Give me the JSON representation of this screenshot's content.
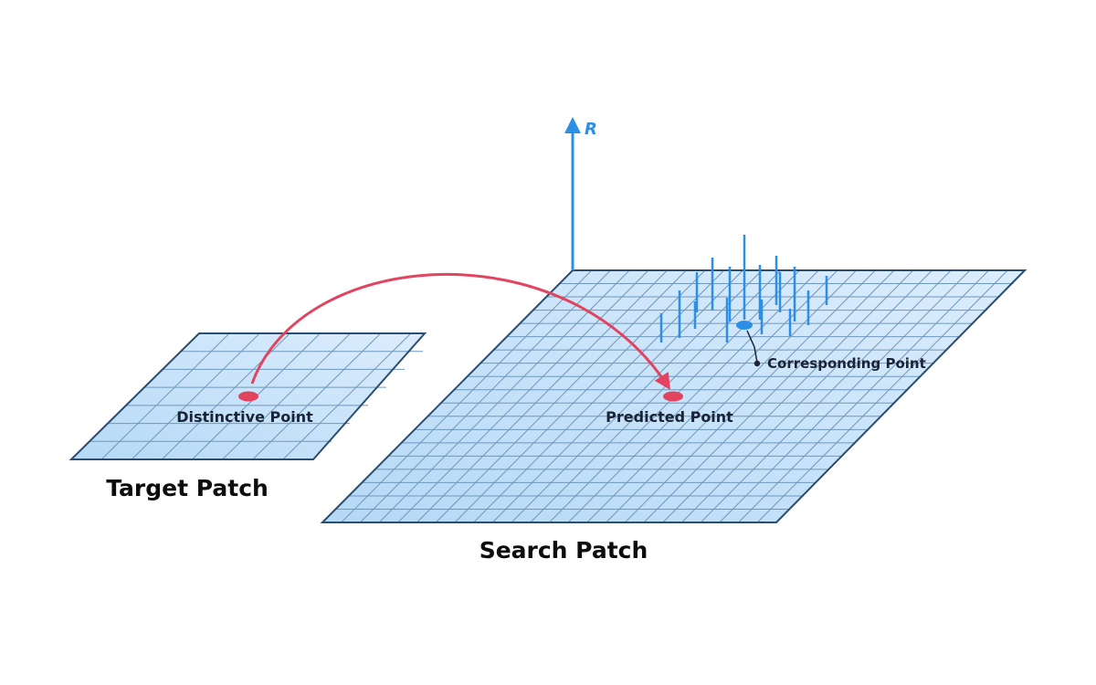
{
  "labels": {
    "target_patch": "Target Patch",
    "search_patch": "Search Patch",
    "distinctive_point": "Distinctive Point",
    "predicted_point": "Predicted Point",
    "corresponding_point": "Corresponding Point",
    "axis_r": "R"
  },
  "colors": {
    "patch_fill_light": "#dcedfc",
    "patch_fill_dark": "#b5d9f6",
    "patch_border": "#2a4d70",
    "grid_line": "#6f97bd",
    "arrow": "#e2445f",
    "point_distinctive": "#e2445f",
    "point_predicted": "#e2445f",
    "point_corresponding": "#2c8fe6",
    "response_bars": "#2c8fe6",
    "axis": "#2c8fe6",
    "label_dark": "#1a2436"
  },
  "grids": {
    "target_patch": {
      "cols": 8,
      "rows": 7
    },
    "search_patch": {
      "cols": 24,
      "rows": 19
    }
  }
}
